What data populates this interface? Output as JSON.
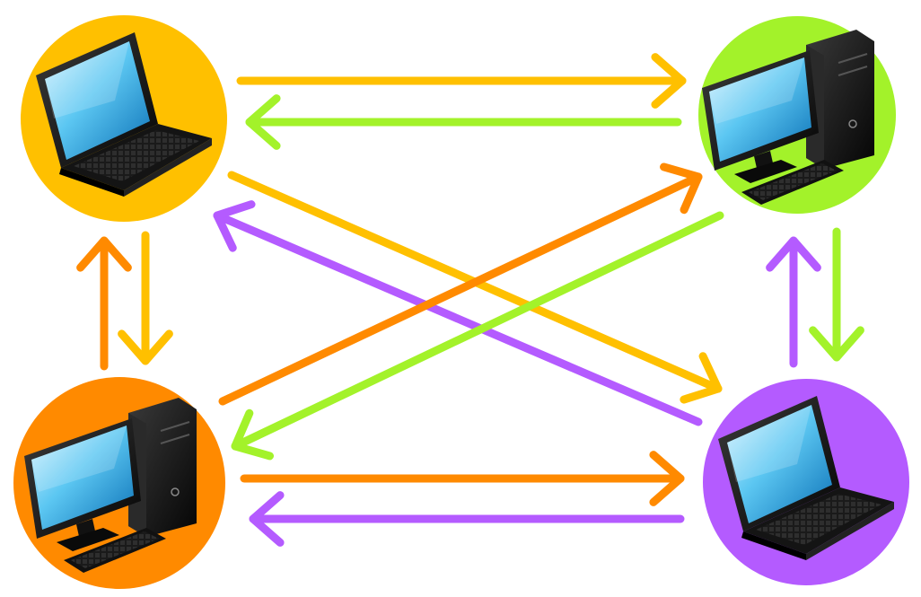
{
  "nodes": [
    {
      "id": "laptop-top-left",
      "device": "laptop",
      "color": "#FFC000"
    },
    {
      "id": "desktop-top-right",
      "device": "desktop",
      "color": "#A3F22A"
    },
    {
      "id": "desktop-bottom-left",
      "device": "desktop",
      "color": "#FF8A00"
    },
    {
      "id": "laptop-bottom-right",
      "device": "laptop",
      "color": "#B45BFF"
    }
  ],
  "connections": [
    {
      "from": "laptop-top-left",
      "to": "desktop-top-right",
      "color": "#FFC000"
    },
    {
      "from": "desktop-top-right",
      "to": "laptop-top-left",
      "color": "#A3F22A"
    },
    {
      "from": "desktop-bottom-left",
      "to": "laptop-bottom-right",
      "color": "#FF8A00"
    },
    {
      "from": "laptop-bottom-right",
      "to": "desktop-bottom-left",
      "color": "#B45BFF"
    },
    {
      "from": "desktop-bottom-left",
      "to": "laptop-top-left",
      "color": "#FF8A00"
    },
    {
      "from": "laptop-top-left",
      "to": "desktop-bottom-left",
      "color": "#FFC000"
    },
    {
      "from": "laptop-bottom-right",
      "to": "desktop-top-right",
      "color": "#B45BFF"
    },
    {
      "from": "desktop-top-right",
      "to": "laptop-bottom-right",
      "color": "#A3F22A"
    },
    {
      "from": "laptop-top-left",
      "to": "laptop-bottom-right",
      "color": "#FFC000"
    },
    {
      "from": "laptop-bottom-right",
      "to": "laptop-top-left",
      "color": "#B45BFF"
    },
    {
      "from": "desktop-bottom-left",
      "to": "desktop-top-right",
      "color": "#FF8A00"
    },
    {
      "from": "desktop-top-right",
      "to": "desktop-bottom-left",
      "color": "#A3F22A"
    }
  ]
}
